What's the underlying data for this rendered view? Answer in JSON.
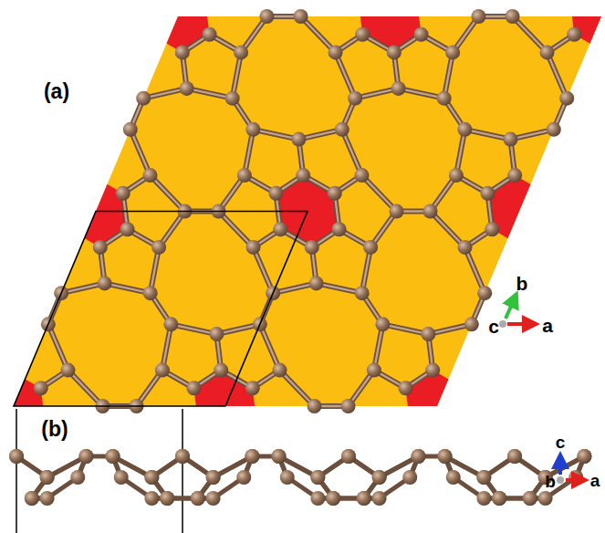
{
  "diagram": {
    "labels": [
      "(a)",
      "(b)",
      "b",
      "c",
      "a",
      "c",
      "b",
      "a"
    ]
  }
}
